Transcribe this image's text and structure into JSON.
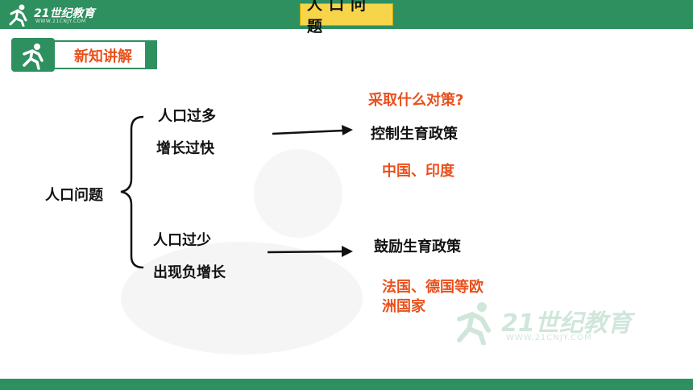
{
  "header": {
    "logo_text": "21世纪教育",
    "logo_sub": "WWW.21CNJY.COM",
    "title": "人口问题"
  },
  "section": {
    "label": "新知讲解"
  },
  "diagram": {
    "root": "人口问题",
    "branch_upper": {
      "line1": "人口过多",
      "line2": "增长过快"
    },
    "branch_lower": {
      "line1": "人口过少",
      "line2": "出现负增长"
    },
    "question": "采取什么对策?",
    "policy_upper": "控制生育政策",
    "example_upper": "中国、印度",
    "policy_lower": "鼓励生育政策",
    "example_lower_1": "法国、德国等欧",
    "example_lower_2": "洲国家"
  },
  "watermark": {
    "text": "21世纪教育",
    "sub": "WWW.21CNJY.COM"
  },
  "colors": {
    "brand_green": "#2e8f5f",
    "title_yellow": "#f7d54a",
    "accent_red": "#e9501c"
  }
}
